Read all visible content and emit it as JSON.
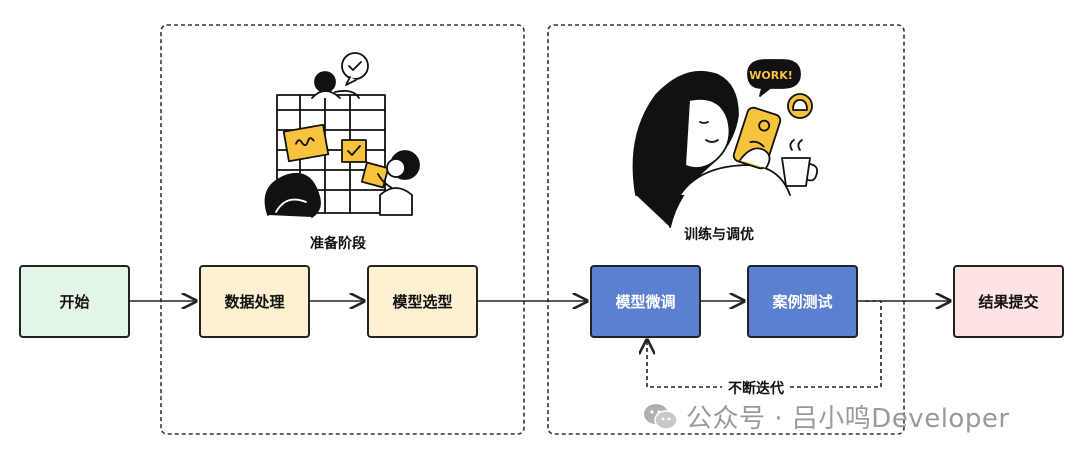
{
  "nodes": {
    "start": {
      "label": "开始",
      "fill": "#e3f6e6"
    },
    "data_processing": {
      "label": "数据处理",
      "fill": "#fdf1d2"
    },
    "model_selection": {
      "label": "模型选型",
      "fill": "#fdf1d2"
    },
    "fine_tuning": {
      "label": "模型微调",
      "fill": "#5b7fd1"
    },
    "case_testing": {
      "label": "案例测试",
      "fill": "#5b7fd1"
    },
    "submit_results": {
      "label": "结果提交",
      "fill": "#fde3e3"
    }
  },
  "groups": {
    "preparation": {
      "label": "准备阶段"
    },
    "training": {
      "label": "训练与调优"
    }
  },
  "loop": {
    "label": "不断迭代"
  },
  "illustrations": {
    "left": "team-planning-board-illustration",
    "right": "person-with-phone-work-illustration",
    "bubble_text": "WORK!"
  },
  "watermark": {
    "text": "公众号 · 吕小鸣Developer"
  },
  "colors": {
    "stroke": "#222222",
    "accent_yellow": "#f7c33c",
    "watermark": "#9a9a9a"
  }
}
